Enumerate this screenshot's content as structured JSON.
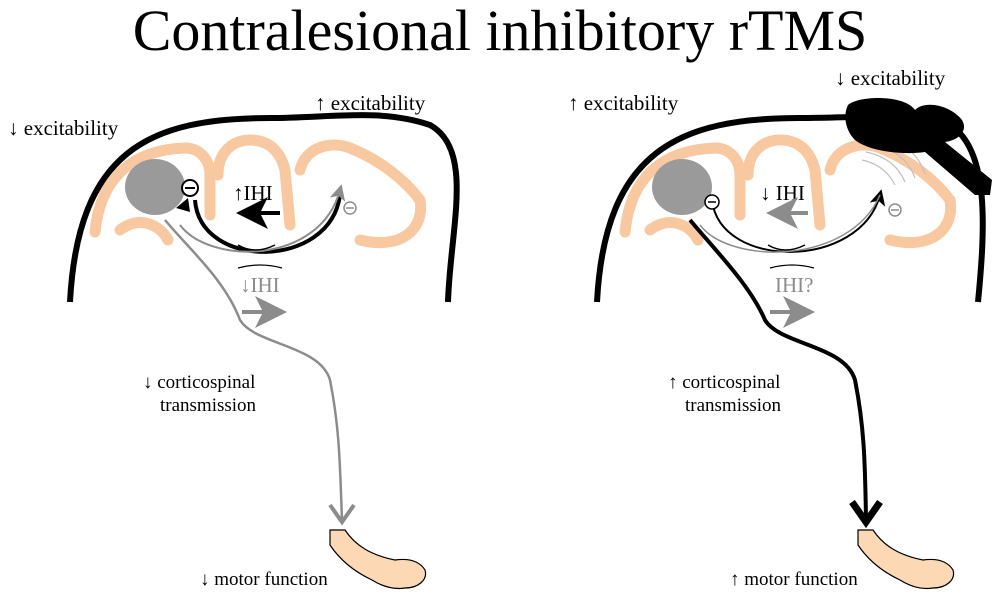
{
  "title": "Contralesional inhibitory rTMS",
  "colors": {
    "cortex": "#f8c8a0",
    "lesion": "#9a9a9a",
    "strong": "#000000",
    "weak": "#8c8c8c",
    "skin": "#fcd9b4"
  },
  "left_panel": {
    "left_hemisphere_label": "↓ excitability",
    "right_hemisphere_label": "↑ excitability",
    "ihi_strong_label": "↑IHI",
    "ihi_weak_label": "↓IHI",
    "inhibition_symbol": "⊖",
    "tract_label_line1": "↓ corticospinal",
    "tract_label_line2": "transmission",
    "outcome_label": "↓ motor function"
  },
  "right_panel": {
    "left_hemisphere_label": "↑ excitability",
    "right_hemisphere_label": "↓ excitability",
    "ihi_weak_label": "↓ IHI",
    "ihi_question_label": "IHI?",
    "inhibition_symbol": "⊖",
    "tract_label_line1": "↑ corticospinal",
    "tract_label_line2": "transmission",
    "outcome_label": "↑ motor function"
  }
}
